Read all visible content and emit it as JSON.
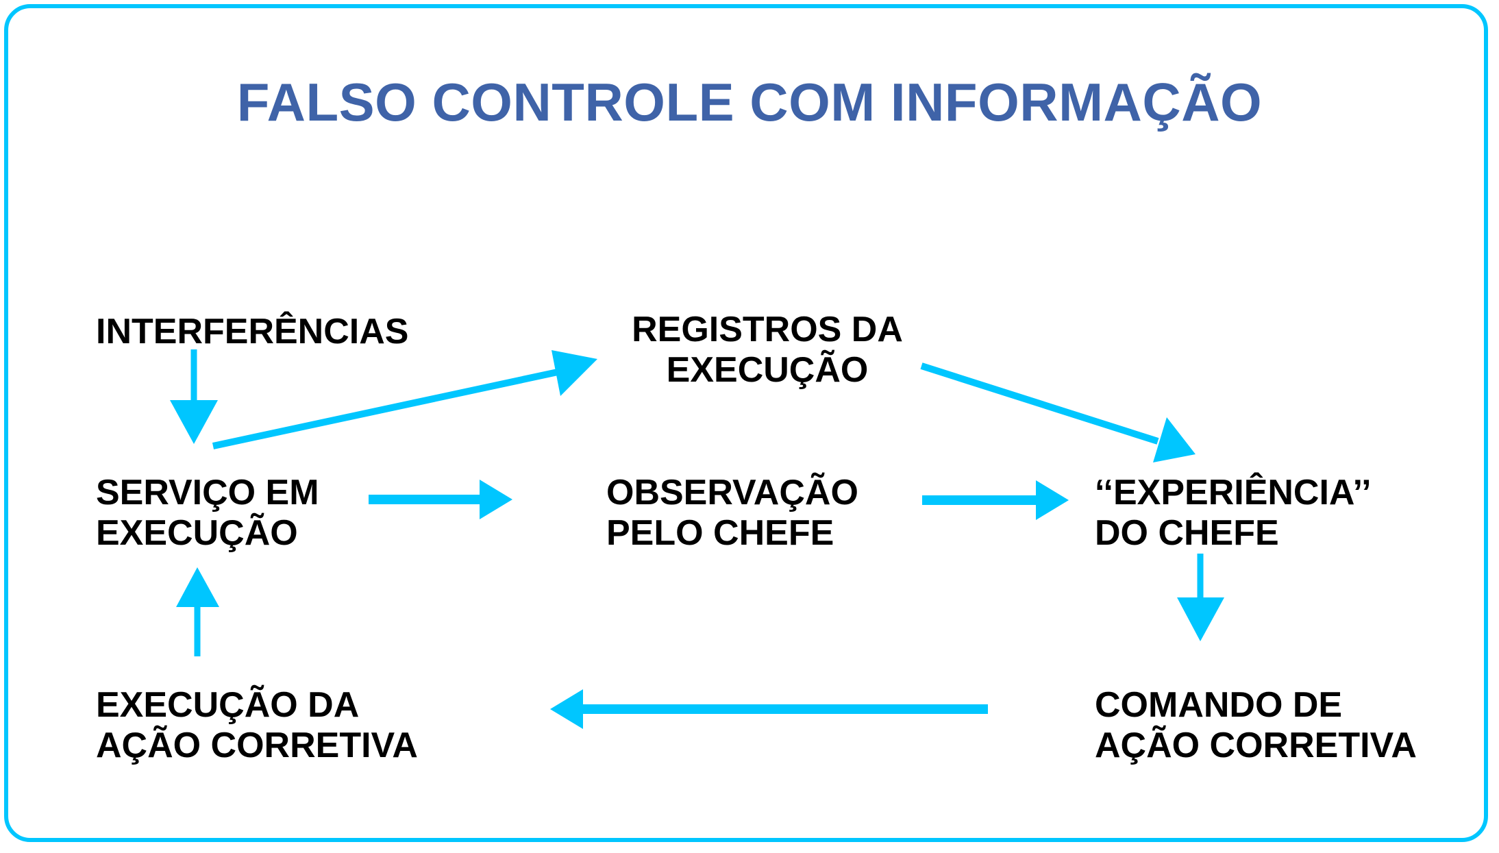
{
  "diagram": {
    "title": "FALSO CONTROLE COM INFORMAÇÃO",
    "title_color": "#3f63a8",
    "accent_color": "#00c6ff",
    "text_color": "#000000",
    "background_color": "#ffffff",
    "nodes": [
      {
        "id": "interferencias",
        "label": "INTERFERÊNCIAS",
        "align": "left"
      },
      {
        "id": "registros",
        "label": "REGISTROS DA\nEXECUÇÃO",
        "align": "center"
      },
      {
        "id": "servico",
        "label": "SERVIÇO EM\nEXECUÇÃO",
        "align": "left"
      },
      {
        "id": "observacao",
        "label": "OBSERVAÇÃO\nPELO CHEFE",
        "align": "left"
      },
      {
        "id": "experiencia",
        "label": "‘‘EXPERIÊNCIA’’\nDO CHEFE",
        "align": "left"
      },
      {
        "id": "execucao_acao",
        "label": "EXECUÇÃO DA\nAÇÃO CORRETIVA",
        "align": "left"
      },
      {
        "id": "comando_acao",
        "label": "COMANDO DE\nAÇÃO CORRETIVA",
        "align": "left"
      }
    ],
    "edges": [
      {
        "id": "e1",
        "from": "interferencias",
        "to": "servico",
        "direction": "down"
      },
      {
        "id": "e2",
        "from": "servico",
        "to": "registros",
        "direction": "up-right"
      },
      {
        "id": "e3",
        "from": "servico",
        "to": "observacao",
        "direction": "right"
      },
      {
        "id": "e4",
        "from": "registros",
        "to": "experiencia",
        "direction": "down-right"
      },
      {
        "id": "e5",
        "from": "observacao",
        "to": "experiencia",
        "direction": "right"
      },
      {
        "id": "e6",
        "from": "experiencia",
        "to": "comando_acao",
        "direction": "down"
      },
      {
        "id": "e7",
        "from": "comando_acao",
        "to": "execucao_acao",
        "direction": "left"
      },
      {
        "id": "e8",
        "from": "execucao_acao",
        "to": "servico",
        "direction": "up"
      }
    ]
  }
}
